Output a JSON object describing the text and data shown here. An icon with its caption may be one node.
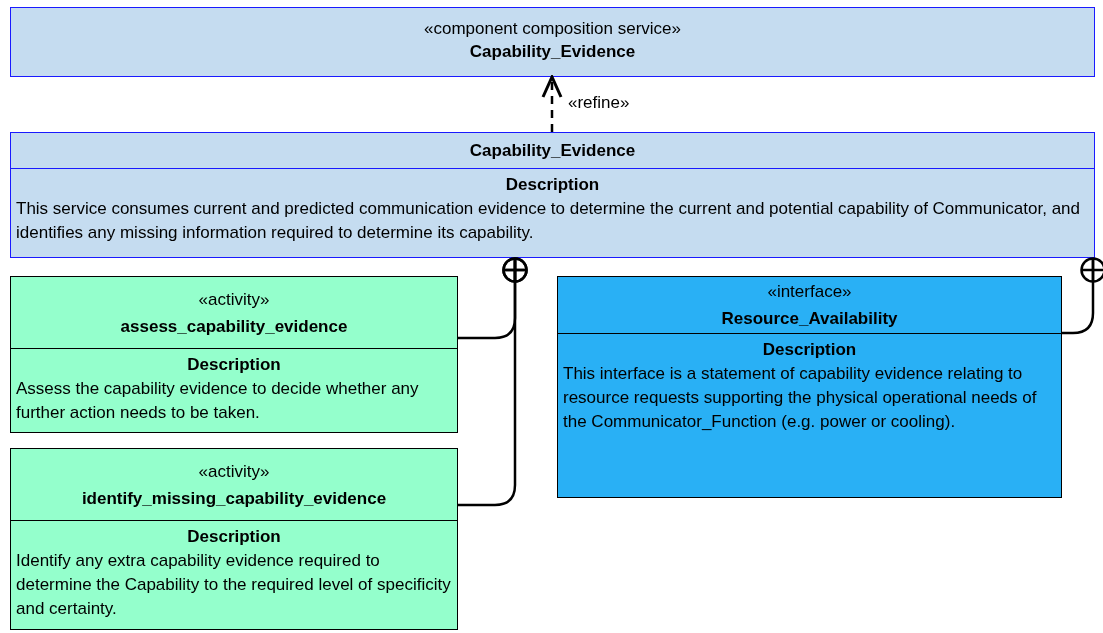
{
  "diagram": {
    "nodes": [
      {
        "text": [
          "«component composition service»",
          "Capability_Evidence"
        ]
      },
      {
        "text": [
          "Capability_Evidence",
          "Description",
          "This service consumes current and predicted communication evidence to determine the current and potential capability of Communicator, and identifies any missing information required to determine its capability."
        ]
      },
      {
        "text": [
          "«activity»",
          "assess_capability_evidence",
          "Description",
          "Assess the capability evidence to decide whether any further action needs to be taken."
        ]
      },
      {
        "text": [
          "«activity»",
          "identify_missing_capability_evidence",
          "Description",
          "Identify any extra capability evidence required to determine the Capability to the required level of specificity and certainty."
        ]
      },
      {
        "text": [
          "«interface»",
          "Resource_Availability",
          "Description",
          "This interface is a statement of capability evidence relating to resource requests supporting the physical operational needs of the Communicator_Function (e.g. power or cooling)."
        ]
      }
    ],
    "edges": [
      {
        "from": 1,
        "to": 0,
        "arrow": "to",
        "label": "«refine»",
        "style": "dashed"
      },
      {
        "from": 2,
        "to": 1,
        "arrow": "other"
      },
      {
        "from": 3,
        "to": 1,
        "arrow": "other"
      },
      {
        "from": 4,
        "to": 1,
        "arrow": "other"
      }
    ]
  }
}
